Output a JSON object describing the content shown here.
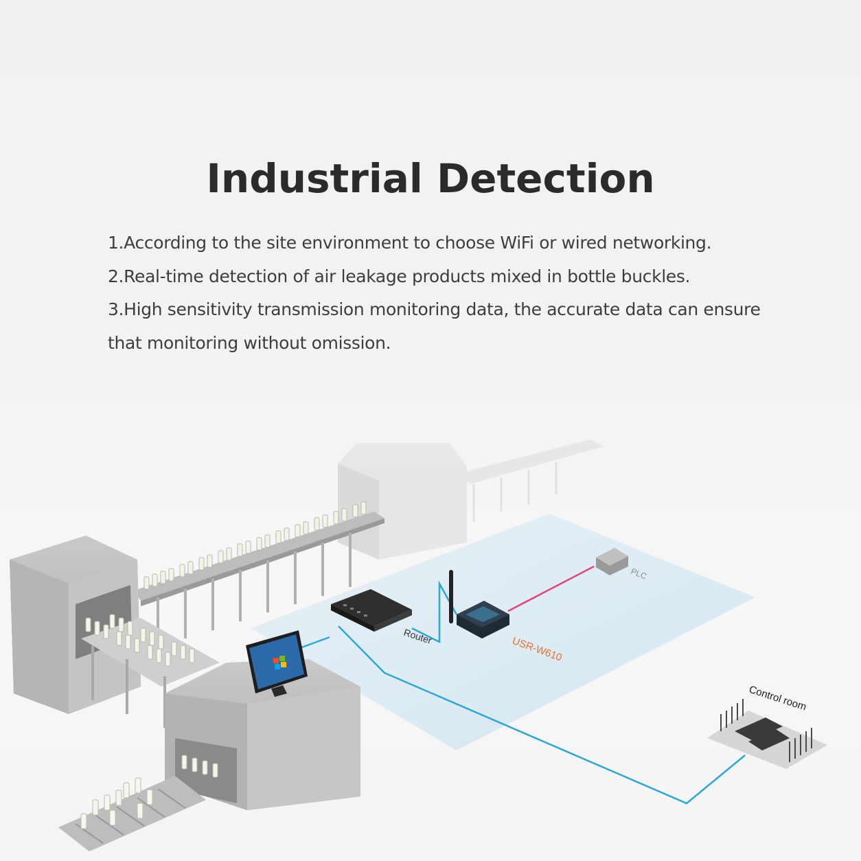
{
  "heading": "Industrial Detection",
  "points": [
    "1.According to the site environment to choose WiFi or wired networking.",
    "2.Real-time detection of air leakage products mixed in bottle buckles.",
    "3.High sensitivity transmission monitoring data, the accurate data can ensure that monitoring without omission."
  ],
  "diagram": {
    "router_label": "Router",
    "device_label": "USR-W610",
    "plc_label": "PLC",
    "control_room_label": "Control room",
    "colors": {
      "network_line": "#2aa7d6",
      "serial_line": "#e0457a",
      "device_label": "#e8702a",
      "floor": "#d8eaf3"
    },
    "icons": [
      "conveyor-line",
      "bottle",
      "router-icon",
      "antenna-icon",
      "monitor-icon",
      "windows-logo-icon",
      "plc-box-icon",
      "control-room-icon"
    ]
  }
}
